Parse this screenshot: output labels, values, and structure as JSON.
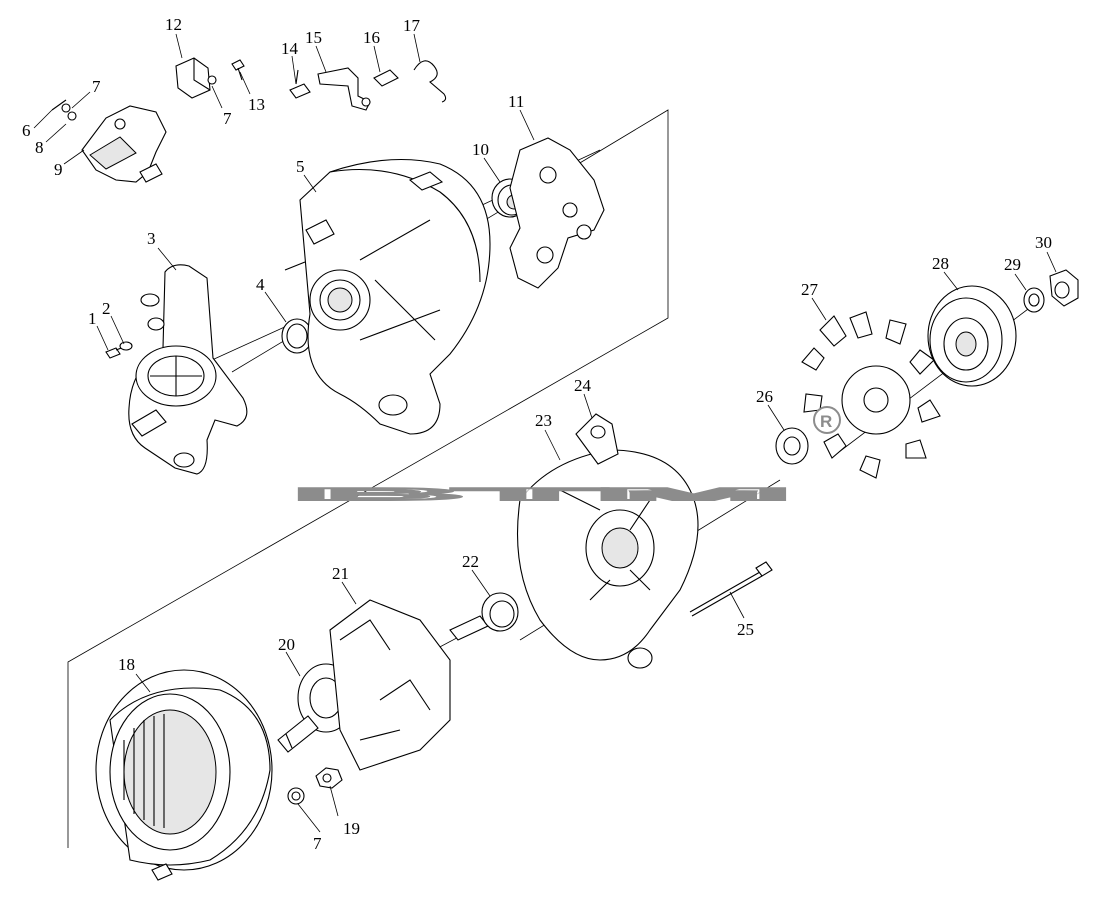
{
  "labels": {
    "l1": "1",
    "l2": "2",
    "l3": "3",
    "l4": "4",
    "l5": "5",
    "l6": "6",
    "l7a": "7",
    "l7b": "7",
    "l7c": "7",
    "l8": "8",
    "l9": "9",
    "l10": "10",
    "l11": "11",
    "l12": "12",
    "l13": "13",
    "l14": "14",
    "l15": "15",
    "l16": "16",
    "l17": "17",
    "l18": "18",
    "l19": "19",
    "l20": "20",
    "l21": "21",
    "l22": "22",
    "l23": "23",
    "l24": "24",
    "l25": "25",
    "l26": "26",
    "l27": "27",
    "l28": "28",
    "l29": "29",
    "l30": "30"
  },
  "watermark": {
    "text": "BTM",
    "mark": "R"
  }
}
